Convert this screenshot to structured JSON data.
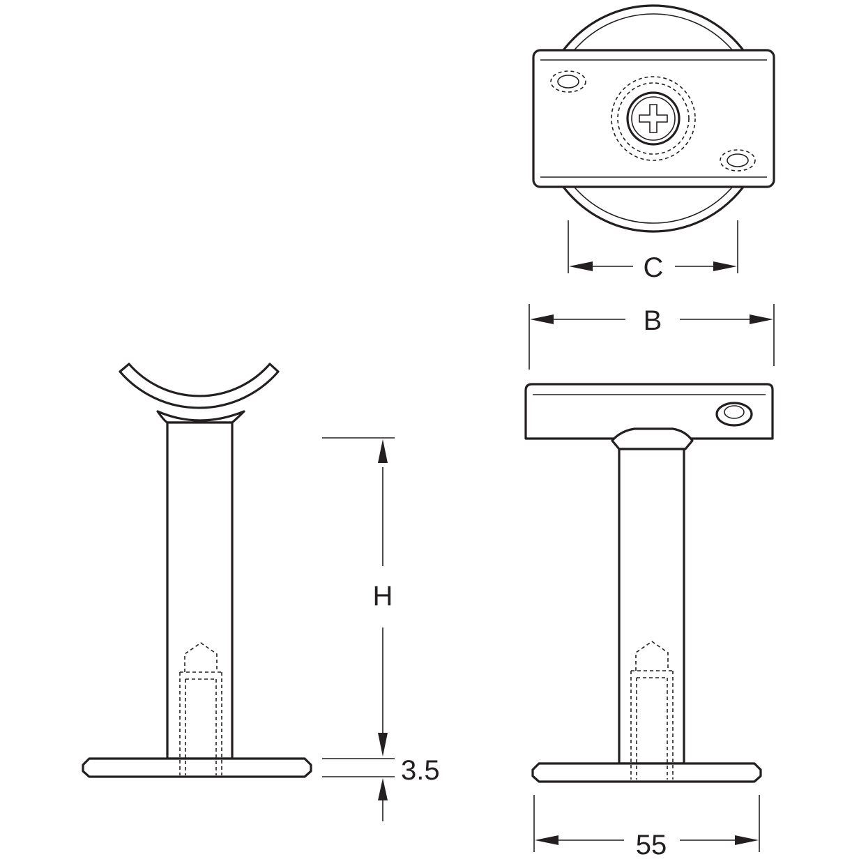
{
  "dimensions": {
    "c_label": "C",
    "b_label": "B",
    "h_label": "H",
    "base_thickness": "3.5",
    "base_width": "55"
  },
  "colors": {
    "line": "#231f20",
    "background": "#ffffff"
  }
}
